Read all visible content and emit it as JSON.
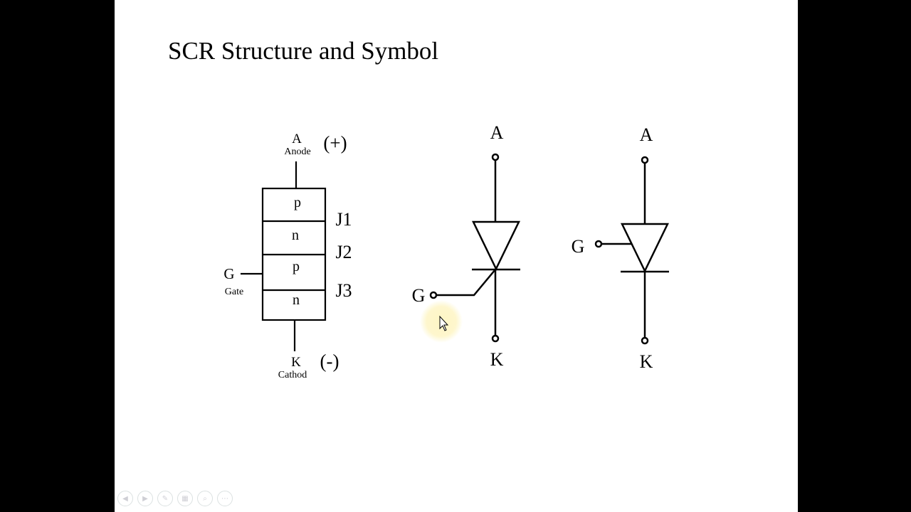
{
  "title": "SCR Structure and Symbol",
  "structure": {
    "anode_letter": "A",
    "anode_word": "Anode",
    "anode_polarity": "(+)",
    "layers": [
      "p",
      "n",
      "p",
      "n"
    ],
    "junctions": [
      "J1",
      "J2",
      "J3"
    ],
    "gate_letter": "G",
    "gate_word": "Gate",
    "cathode_letter": "K",
    "cathode_word": "Cathod",
    "cathode_polarity": "(-)"
  },
  "symbol1": {
    "anode": "A",
    "gate": "G",
    "cathode": "K"
  },
  "symbol2": {
    "anode": "A",
    "gate": "G",
    "cathode": "K"
  },
  "toolbar": {
    "icons": [
      "prev-icon",
      "next-icon",
      "pen-icon",
      "slides-icon",
      "zoom-icon",
      "more-icon"
    ],
    "glyphs": [
      "◀",
      "▶",
      "✎",
      "▦",
      "⌕",
      "⋯"
    ]
  }
}
